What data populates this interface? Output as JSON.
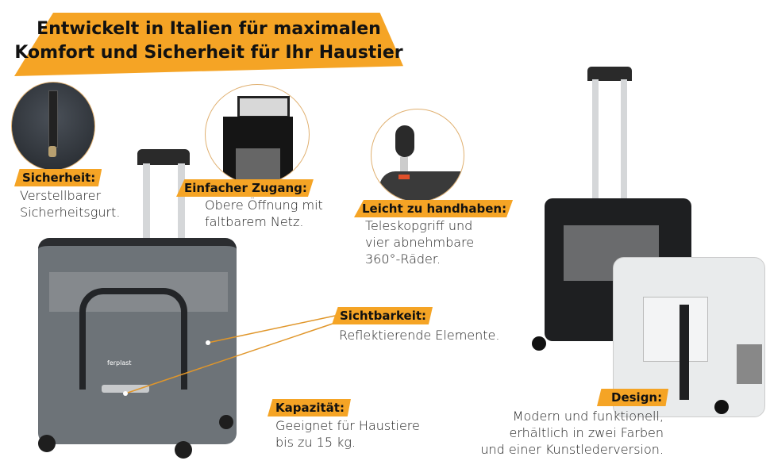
{
  "header": {
    "line1": "Entwickelt in Italien für maximalen",
    "line2": "Komfort und Sicherheit für Ihr Haustier"
  },
  "features": {
    "safety": {
      "title": "Sicherheit:",
      "line1": "Verstellbarer",
      "line2": "Sicherheitsgurt."
    },
    "access": {
      "title": "Einfacher Zugang:",
      "line1": "Obere Öffnung mit",
      "line2": "faltbarem Netz."
    },
    "handling": {
      "title": "Leicht zu handhaben:",
      "line1": "Teleskopgriff und",
      "line2": "vier abnehmbare",
      "line3": "360°-Räder."
    },
    "visibility": {
      "title": "Sichtbarkeit:",
      "line1": "Reflektierende Elemente."
    },
    "capacity": {
      "title": "Kapazität:",
      "line1": "Geeignet für Haustiere",
      "line2": "bis zu 15 kg."
    },
    "design": {
      "title": "Design:",
      "line1": "Modern und funktionell,",
      "line2": "erhältlich in zwei Farben",
      "line3": "und einer Kunstlederversion."
    }
  },
  "brand": "ferplast",
  "colors": {
    "accent": "#f5a425",
    "bag_grey": "#6d7378",
    "bag_black": "#1e1f21",
    "bag_white": "#e9ebec"
  }
}
